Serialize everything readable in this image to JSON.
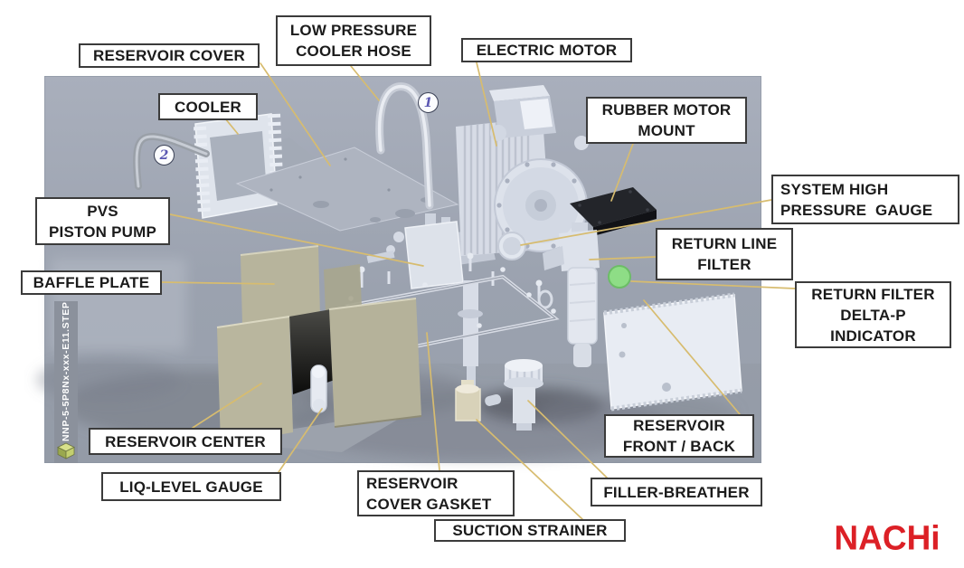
{
  "render": {
    "filename_tag": "NNP-5-5P8Nx-xxx-E11.STEP"
  },
  "labels": [
    {
      "id": "reservoir-cover",
      "text": "RESERVOIR COVER"
    },
    {
      "id": "low-pressure-cooler-hose",
      "text": "LOW PRESSURE\nCOOLER HOSE"
    },
    {
      "id": "electric-motor",
      "text": "ELECTRIC MOTOR"
    },
    {
      "id": "cooler",
      "text": "COOLER"
    },
    {
      "id": "rubber-motor-mount",
      "text": "RUBBER MOTOR\nMOUNT"
    },
    {
      "id": "pvs-piston-pump",
      "text": "PVS\nPISTON PUMP"
    },
    {
      "id": "system-high-pressure-gauge",
      "text": "SYSTEM HIGH\nPRESSURE  GAUGE"
    },
    {
      "id": "return-line-filter",
      "text": "RETURN LINE\nFILTER"
    },
    {
      "id": "baffle-plate",
      "text": "BAFFLE PLATE"
    },
    {
      "id": "return-filter-delta-p-indicator",
      "text": "RETURN FILTER\nDELTA-P\nINDICATOR"
    },
    {
      "id": "reservoir-center",
      "text": "RESERVOIR CENTER"
    },
    {
      "id": "reservoir-front-back",
      "text": "RESERVOIR\nFRONT / BACK"
    },
    {
      "id": "liq-level-gauge",
      "text": "LIQ-LEVEL GAUGE"
    },
    {
      "id": "reservoir-cover-gasket",
      "text": "RESERVOIR\nCOVER GASKET"
    },
    {
      "id": "filler-breather",
      "text": "FILLER-BREATHER"
    },
    {
      "id": "suction-strainer",
      "text": "SUCTION STRAINER"
    }
  ],
  "callouts": [
    {
      "number": "1"
    },
    {
      "number": "2"
    }
  ],
  "brand": {
    "logo_text": "NACHi"
  },
  "colors": {
    "leader_line": "#d7bc6f",
    "label_border": "#3b3b3b",
    "render_background": "#9ba2af",
    "panel_olive": "#b6b39b",
    "rubber_mount_black": "#23252a",
    "indicator_green": "#8edd86",
    "callout_number_blue": "#5a57b2",
    "logo_red": "#dc2026"
  }
}
